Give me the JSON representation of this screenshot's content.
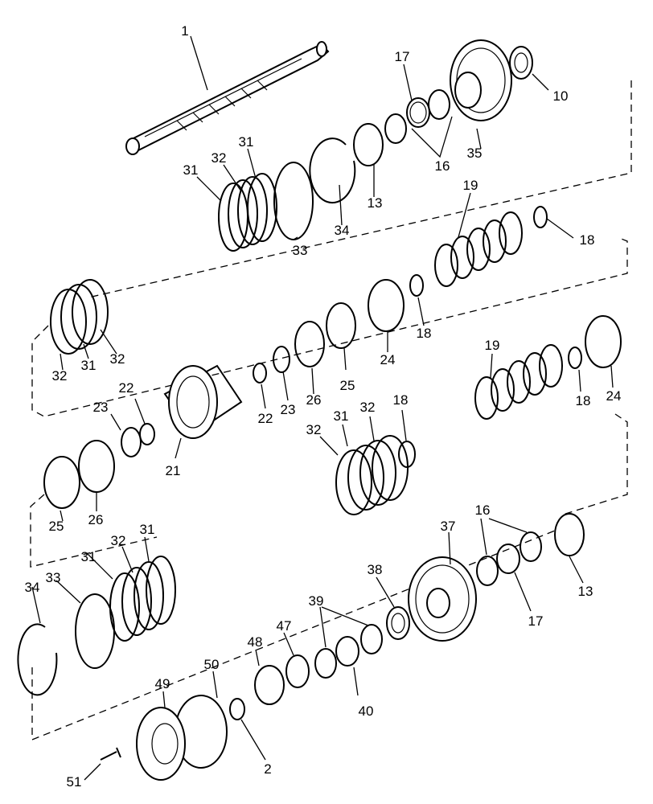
{
  "labels": [
    {
      "id": "l1",
      "text": "1"
    },
    {
      "id": "l17a",
      "text": "17"
    },
    {
      "id": "l10",
      "text": "10"
    },
    {
      "id": "l35",
      "text": "35"
    },
    {
      "id": "l16a",
      "text": "16"
    },
    {
      "id": "l13a",
      "text": "13"
    },
    {
      "id": "l34a",
      "text": "34"
    },
    {
      "id": "l33a",
      "text": "33"
    },
    {
      "id": "l31a",
      "text": "31"
    },
    {
      "id": "l32a",
      "text": "32"
    },
    {
      "id": "l31b",
      "text": "31"
    },
    {
      "id": "l19a",
      "text": "19"
    },
    {
      "id": "l18a",
      "text": "18"
    },
    {
      "id": "l18b",
      "text": "18"
    },
    {
      "id": "l24a",
      "text": "24"
    },
    {
      "id": "l25a",
      "text": "25"
    },
    {
      "id": "l26a",
      "text": "26"
    },
    {
      "id": "l23a",
      "text": "23"
    },
    {
      "id": "l22a",
      "text": "22"
    },
    {
      "id": "l32b",
      "text": "32"
    },
    {
      "id": "l31c",
      "text": "31"
    },
    {
      "id": "l32c",
      "text": "32"
    },
    {
      "id": "l19b",
      "text": "19"
    },
    {
      "id": "l18c",
      "text": "18"
    },
    {
      "id": "l24b",
      "text": "24"
    },
    {
      "id": "l23b",
      "text": "23"
    },
    {
      "id": "l22b",
      "text": "22"
    },
    {
      "id": "l21",
      "text": "21"
    },
    {
      "id": "l32d",
      "text": "32"
    },
    {
      "id": "l32e",
      "text": "32"
    },
    {
      "id": "l31d",
      "text": "31"
    },
    {
      "id": "l18d",
      "text": "18"
    },
    {
      "id": "l25b",
      "text": "25"
    },
    {
      "id": "l26b",
      "text": "26"
    },
    {
      "id": "l32f",
      "text": "32"
    },
    {
      "id": "l31e",
      "text": "31"
    },
    {
      "id": "l31f",
      "text": "31"
    },
    {
      "id": "l16b",
      "text": "16"
    },
    {
      "id": "l37",
      "text": "37"
    },
    {
      "id": "l13b",
      "text": "13"
    },
    {
      "id": "l17b",
      "text": "17"
    },
    {
      "id": "l38",
      "text": "38"
    },
    {
      "id": "l39",
      "text": "39"
    },
    {
      "id": "l34b",
      "text": "34"
    },
    {
      "id": "l33b",
      "text": "33"
    },
    {
      "id": "l47",
      "text": "47"
    },
    {
      "id": "l48",
      "text": "48"
    },
    {
      "id": "l50",
      "text": "50"
    },
    {
      "id": "l49",
      "text": "49"
    },
    {
      "id": "l40",
      "text": "40"
    },
    {
      "id": "l2",
      "text": "2"
    },
    {
      "id": "l51",
      "text": "51"
    }
  ]
}
